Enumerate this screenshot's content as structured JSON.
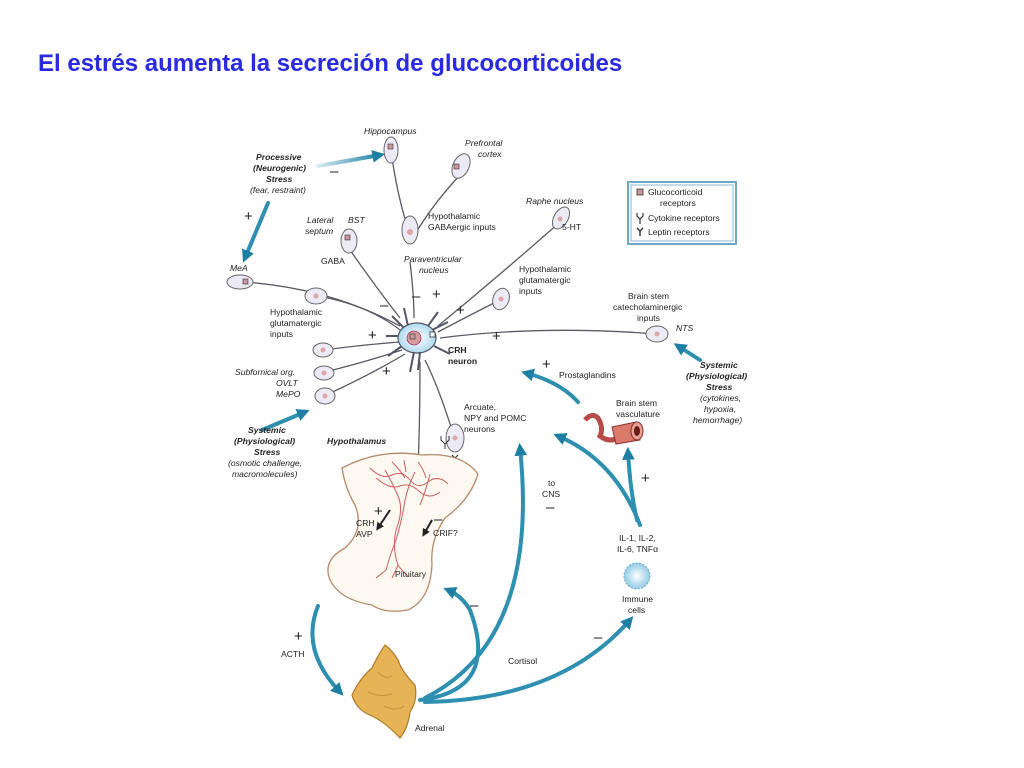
{
  "slide": {
    "title": "El estrés aumenta la secreción de glucocorticoides"
  },
  "legend": {
    "glucocorticoid": [
      "Glucocorticoid",
      "receptors"
    ],
    "cytokine": "Cytokine receptors",
    "leptin": "Leptin receptors"
  },
  "regions": {
    "hippocampus": "Hippocampus",
    "prefrontal": [
      "Prefrontal",
      "cortex"
    ],
    "raphe": "Raphe nucleus",
    "lateral_septum": [
      "Lateral",
      "septum"
    ],
    "bst": "BST",
    "mea": "MeA",
    "subfornical": [
      "Subfornical org.",
      "OVLT",
      "MePO"
    ],
    "nts": "NTS",
    "hypothalamus": "Hypothalamus",
    "paraventricular": [
      "Paraventricular",
      "nucleus"
    ],
    "pituitary": "Pituitary",
    "adrenal": "Adrenal",
    "immune": [
      "Immune",
      "cells"
    ],
    "brainstem_vasc": [
      "Brain stem",
      "vasculature"
    ]
  },
  "inputs": {
    "hyp_gaba": [
      "Hypothalamic",
      "GABAergic inputs"
    ],
    "sero": "5-HT",
    "gaba": "GABA",
    "hyp_glut_right": [
      "Hypothalamic",
      "glutamatergic",
      "inputs"
    ],
    "hyp_glut_left": [
      "Hypothalamic",
      "glutamatergic",
      "inputs"
    ],
    "catechol": [
      "Brain stem",
      "catecholaminergic",
      "inputs"
    ],
    "crh_neuron": [
      "CRH",
      "neuron"
    ],
    "arcuate": [
      "Arcuate,",
      "NPY and POMC",
      "neurons"
    ],
    "prostaglandins": "Prostaglandins"
  },
  "stress": {
    "processive": [
      "Processive",
      "(Neurogenic)",
      "Stress"
    ],
    "processive_ex": "(fear, restraint)",
    "systemic_left": [
      "Systemic",
      "(Physiological)",
      "Stress"
    ],
    "systemic_left_ex": [
      "(osmotic challenge,",
      "macromolecules)"
    ],
    "systemic_right": [
      "Systemic",
      "(Physiological)",
      "Stress"
    ],
    "systemic_right_ex": [
      "(cytokines,",
      "hypoxia,",
      "hemorrhage)"
    ]
  },
  "hormones": {
    "crh_avp": [
      "CRH",
      "AVP"
    ],
    "crif": "CRIF?",
    "acth": "ACTH",
    "cortisol": "Cortisol",
    "to_cns": [
      "to",
      "CNS"
    ],
    "cytokines": [
      "IL-1, IL-2,",
      "IL-6, TNFα"
    ]
  },
  "signs": {
    "plus": "+",
    "minus": "–"
  },
  "colors": {
    "title": "#2a2adf",
    "arrow": "#2e8fb0",
    "neuron": "#eceaf4",
    "adrenal": "#e6b457",
    "legend_border": "#6ea7c7"
  }
}
